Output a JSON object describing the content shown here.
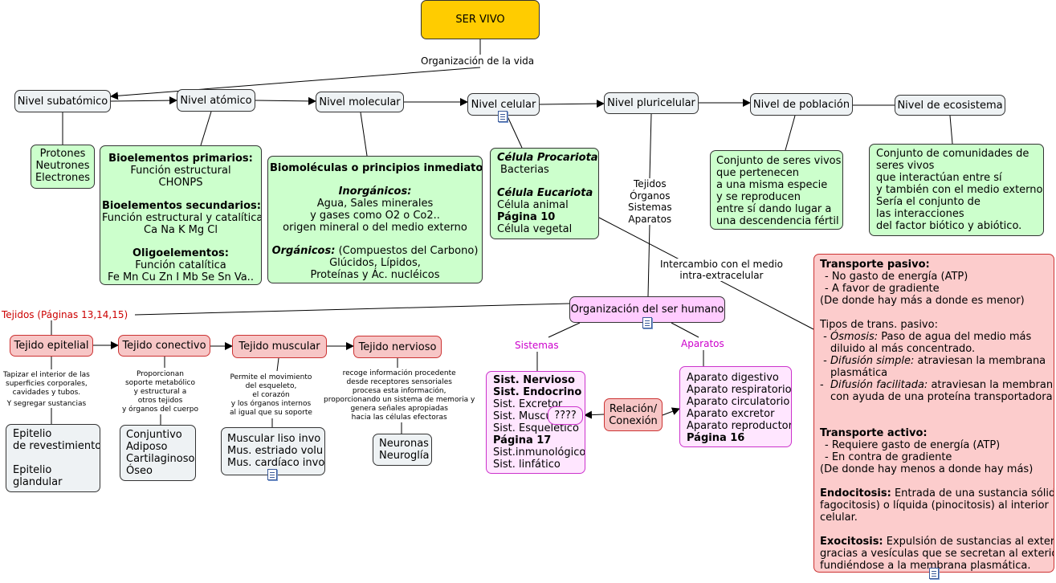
{
  "root": {
    "title": "SER VIVO",
    "link": "Organización de la vida"
  },
  "levels": {
    "subatomico": "Nivel subatómico",
    "atomico": "Nivel atómico",
    "molecular": "Nivel molecular",
    "celular": "Nivel celular",
    "pluricelular": "Nivel pluricelular",
    "poblacion": "Nivel de población",
    "ecosistema": "Nivel de ecosistema"
  },
  "subatomic_particles": [
    "Protones",
    "Neutrones",
    "Electrones"
  ],
  "bioelements": {
    "primarios_title": "Bioelementos primarios:",
    "primarios_func": "Función estructural",
    "primarios_elems": "CHONPS",
    "secundarios_title": "Bioelementos secundarios:",
    "secundarios_func": "Función estructural y catalítica",
    "secundarios_elems": "Ca Na K Mg Cl",
    "oligo_title": "Oligoelementos:",
    "oligo_func": "Función catalítica",
    "oligo_elems": "Fe Mn Cu Zn I Mb Se Sn Va.."
  },
  "biomolecules": {
    "title": "Biomoléculas o principios inmediatos",
    "inorg_title": "Inorgánicos:",
    "inorg_1": "Agua, Sales minerales",
    "inorg_2": "y gases como O2 o Co2..",
    "inorg_3": "origen mineral o del medio externo",
    "org_title": "Orgánicos:",
    "org_note": "(Compuestos del Carbono)",
    "org_2": "Glúcidos, Lípidos,",
    "org_3": "Proteínas y Ác. nucléicos"
  },
  "cells": {
    "proc_title": "Célula Procariota",
    "proc_item": "Bacterias",
    "euc_title": "Célula Eucariota",
    "euc_item1": "Célula animal",
    "euc_page": "Página 10",
    "euc_item2": "Célula vegetal"
  },
  "poblacion_desc": [
    "Conjunto de seres vivos",
    "que pertenecen",
    "a una misma especie",
    "y se reproducen",
    "entre sí dando lugar a",
    "una descendencia fértil"
  ],
  "ecosistema_desc": [
    "Conjunto de comunidades de",
    "seres vivos",
    "que interactúan entre sí",
    "y también con el medio externo.",
    "Sería el conjunto de",
    "las interacciones",
    "del factor biótico y abiótico."
  ],
  "pluri_label": [
    "Tejidos",
    "Órganos",
    "Sistemas",
    "Aparatos"
  ],
  "intercambio_label": [
    "Intercambio con el medio",
    "intra-extracelular"
  ],
  "human": {
    "title": "Organización del ser humano",
    "sistemas_label": "Sistemas",
    "aparatos_label": "Aparatos",
    "tejidos_label": "Tejidos (Páginas 13,14,15)"
  },
  "tissues": {
    "epitelial": "Tejido epitelial",
    "conectivo": "Tejido conectivo",
    "muscular": "Tejido muscular",
    "nervioso": "Tejido nervioso",
    "epitelial_note": [
      "Tapizar el interior de las",
      "superficies corporales,",
      "cavidades y tubos.",
      "Y segregar sustancias"
    ],
    "conectivo_note": [
      "Proporcionan",
      "soporte metabólico",
      "y estructural a",
      "otros tejidos",
      "y órganos del cuerpo"
    ],
    "muscular_note": [
      "Permite el  movimiento",
      "del esqueleto,",
      "el corazón",
      "y los órganos internos",
      "al igual que su soporte"
    ],
    "nervioso_note": [
      "recoge información procedente",
      "desde receptores sensoriales",
      "procesa esta información,",
      "proporcionando un sistema de memoria y",
      "genera señales apropiadas",
      "hacia las células efectoras"
    ],
    "epitelial_types": [
      "Epitelio",
      "de revestimiento",
      "",
      "Epitelio",
      "glandular"
    ],
    "conectivo_types": [
      "Conjuntivo",
      "Adiposo",
      "Cartilaginoso",
      "Óseo"
    ],
    "muscular_types": [
      "Muscular liso invo",
      "Mus. estriado volu",
      "Mus. cardíaco invo"
    ],
    "nervioso_types": [
      "Neuronas",
      "Neuroglía"
    ]
  },
  "systems": {
    "nervioso": "Sist. Nervioso",
    "endocrino": "Sist. Endocrino",
    "excretor": "Sist. Excretor",
    "muscu": "Sist. Muscu",
    "esqueletico": "Sist. Esquelético",
    "page": "Página 17",
    "inmuno": "Sist.inmunológico",
    "linfatico": "Sist. linfático",
    "unknown": "????"
  },
  "relacion": [
    "Relación/",
    "Conexión"
  ],
  "apparatus": {
    "items": [
      "Aparato digestivo",
      "Aparato respiratorio",
      "Aparato circulatorio",
      "Aparato excretor",
      "Aparato reproductor"
    ],
    "page": "Página 16"
  },
  "transport": {
    "pasivo_title": "Transporte pasivo:",
    "pasivo_1": "- No gasto de energía (ATP)",
    "pasivo_2": "- A favor de gradiente",
    "pasivo_3": "(De donde hay más a donde es menor)",
    "tipos": "Tipos de trans. pasivo:",
    "osmosis_t": "Ósmosis:",
    "osmosis_d": " Paso de agua del medio más",
    "osmosis_d2": "diluido al más concentrado.",
    "difs_t": "Difusión simple:",
    "difs_d": " atraviesan la membrana",
    "difs_d2": "plasmática",
    "diff_t": "Difusión facilitada:",
    "diff_d": " atraviesan la membrana",
    "diff_d2": "con ayuda de una proteína transportadora",
    "activo_title": "Transporte activo:",
    "activo_1": "- Requiere gasto de energía (ATP)",
    "activo_2": "- En contra de gradiente",
    "activo_3": "(De donde hay menos a donde hay más)",
    "endo_t": "Endocitosis:",
    "endo_d": " Entrada de una sustancia sólida",
    "endo_d2": "fagocitosis) o líquida (pinocitosis) al interior",
    "endo_d3": "celular.",
    "exo_t": "Exocitosis:",
    "exo_d": " Expulsión de sustancias al exterior",
    "exo_d2": "gracias a vesículas que se secretan al exterior",
    "exo_d3": "fundiéndose a la membrana plasmática."
  },
  "colors": {
    "root": "#ffcc00",
    "green": "#ccffcc",
    "red": "#f7c6c6",
    "pink": "#ffccff",
    "magenta_text": "#cc00cc",
    "red_text": "#cc0000"
  }
}
